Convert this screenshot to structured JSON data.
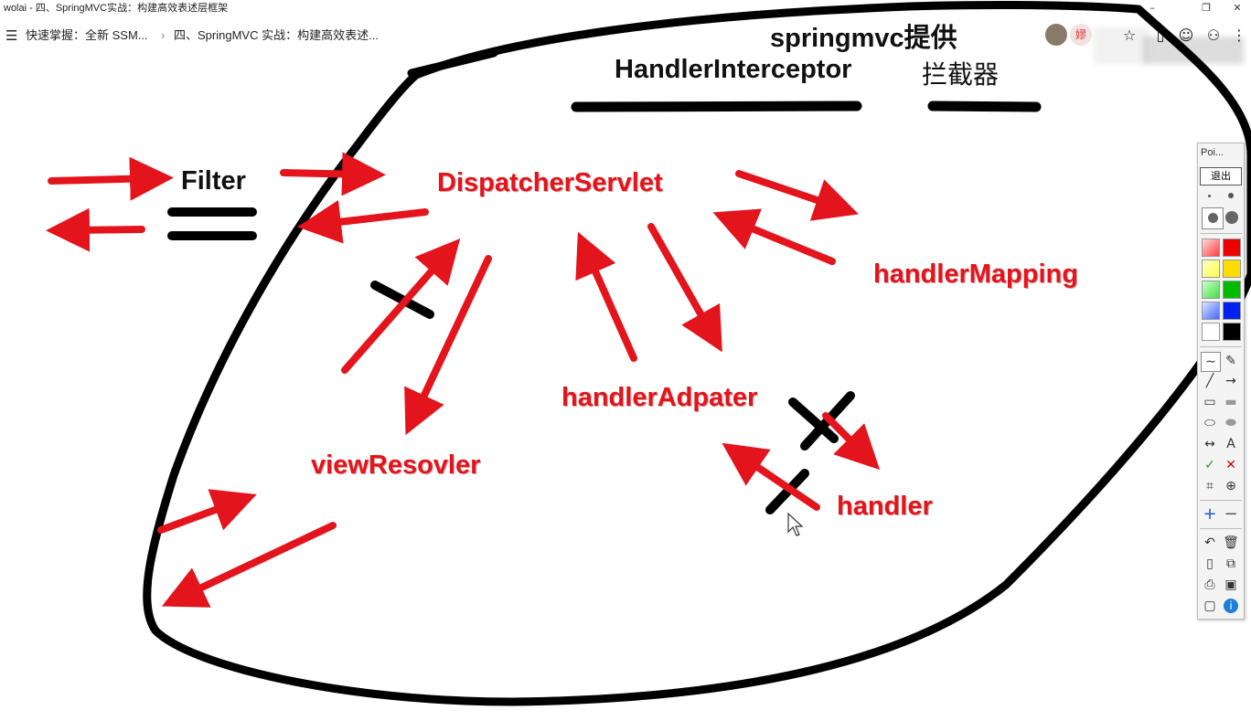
{
  "window": {
    "title": "wolai - 四、SpringMVC实战：构建高效表述层框架",
    "min_icon": "–",
    "restore_icon": "❐",
    "close_icon": "✕"
  },
  "breadcrumb": {
    "menu_icon": "☰",
    "item1": "快速掌握：全新 SSM...",
    "separator": "›",
    "item2": "四、SpringMVC 实战：构建高效表述..."
  },
  "topbar": {
    "avatar_text": "嫪",
    "star_icon": "☆",
    "book_icon": "▯",
    "comment_icon": "☺",
    "user_icon": "⚇",
    "more_icon": "⋮"
  },
  "diagram": {
    "title_line1": "springmvc提供",
    "interceptor_label": "HandlerInterceptor",
    "interceptor_cn": "拦截器",
    "filter_label": "Filter",
    "dispatcher_label": "DispatcherServlet",
    "mapping_label": "handlerMapping",
    "adapter_label": "handlerAdpater",
    "resolver_label": "viewResovler",
    "handler_label": "handler",
    "colors": {
      "arrow": "#e4141c",
      "ink": "#000000"
    }
  },
  "pointofix_toolbar": {
    "title": "Poi...",
    "exit_label": "退出",
    "text_tool": "A",
    "colors": [
      "#ff3a3a",
      "#ee0000",
      "#ffff44",
      "#ffdd00",
      "#44dd44",
      "#00bb00",
      "#4466ff",
      "#0022ee",
      "#ffffff",
      "#000000"
    ]
  }
}
